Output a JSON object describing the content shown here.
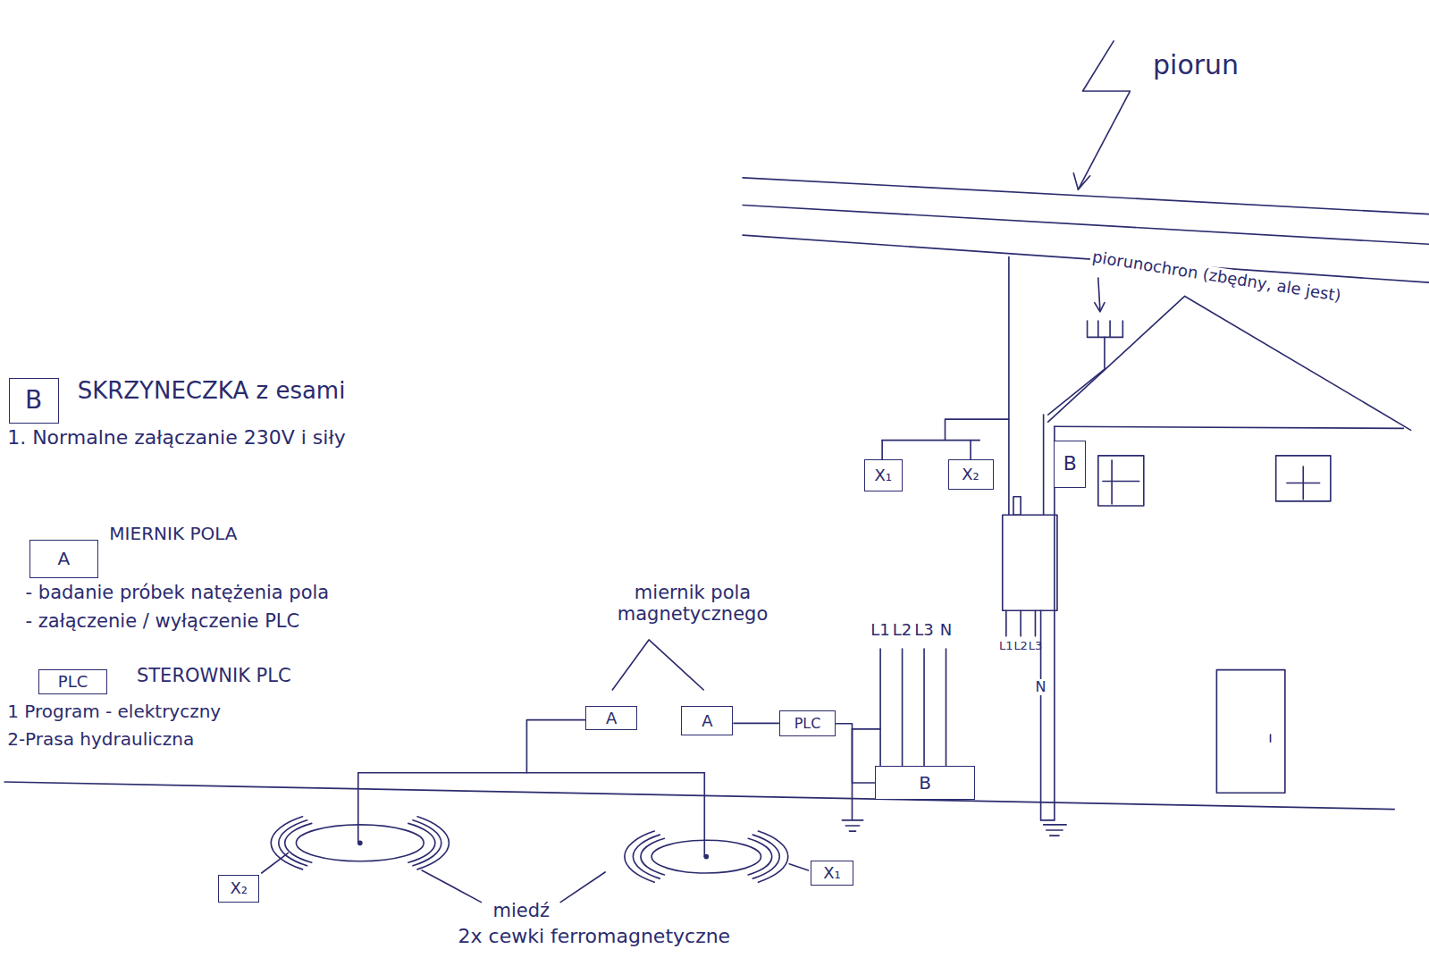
{
  "diagram": {
    "nodes": [
      {
        "text": [
          "B"
        ]
      },
      {
        "text": [
          "A"
        ]
      },
      {
        "text": [
          "PLC"
        ]
      },
      {
        "text": [
          "X₁"
        ]
      },
      {
        "text": [
          "X₂"
        ]
      },
      {
        "text": [
          "B"
        ]
      },
      {
        "text": [
          "A"
        ]
      },
      {
        "text": [
          "A"
        ]
      },
      {
        "text": [
          "PLC"
        ]
      },
      {
        "text": [
          "B"
        ]
      },
      {
        "text": [
          "X₂"
        ]
      },
      {
        "text": [
          "X₁"
        ]
      }
    ],
    "edges": [
      {
        "from": 7,
        "to": 8,
        "arrow": "none"
      },
      {
        "from": 8,
        "to": 9,
        "arrow": "none"
      }
    ],
    "labels": [
      "piorun",
      "piorunochron (zbędny, ale jest)",
      "SKRZYNECZKA z esami",
      "1. Normalne załączanie 230V i siły",
      "MIERNIK POLA",
      "- badanie próbek natężenia pola",
      "- załączenie / wyłączenie PLC",
      "STEROWNIK PLC",
      "1 Program - elektryczny",
      "2-Prasa hydrauliczna",
      "miernik pola magnetycznego",
      "L1",
      "L2",
      "L3",
      "N",
      "L1",
      "L2",
      "L3",
      "N",
      "miedź",
      "2x cewki ferromagnetyczne"
    ]
  }
}
